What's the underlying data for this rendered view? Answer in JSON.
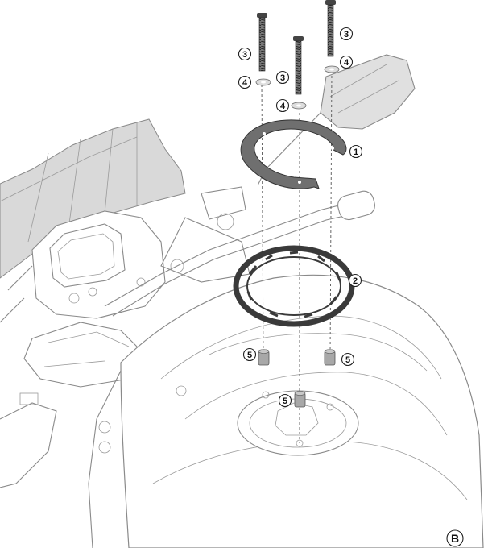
{
  "figure_label": "B",
  "callouts": {
    "c3a": "3",
    "c3b": "3",
    "c3c": "3",
    "c4a": "4",
    "c4b": "4",
    "c4c": "4",
    "c1": "1",
    "c2": "2",
    "c5a": "5",
    "c5b": "5",
    "c5c": "5"
  },
  "colors": {
    "line_art": "#8a8a8a",
    "part_fill": "#6f6f6f",
    "part_dark": "#3a3a3a",
    "windscreen": "#d9d9d9",
    "mirror": "#e0e0e0",
    "spacer": "#a8a8a8"
  },
  "icons": [
    "screw-icon",
    "washer-icon",
    "flange-ring-icon",
    "tank-ring-icon",
    "spacer-icon"
  ]
}
